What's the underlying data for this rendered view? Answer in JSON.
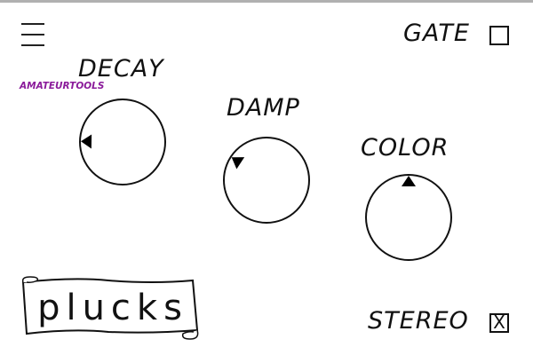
{
  "brand": {
    "vertical_text": "AMATEURTOOLS",
    "title": "plucks"
  },
  "gate": {
    "label": "GATE",
    "checked": false
  },
  "stereo": {
    "label": "STEREO",
    "checked": true,
    "mark": "X"
  },
  "knobs": [
    {
      "label": "DECAY",
      "value": 0.17
    },
    {
      "label": "DAMP",
      "value": 0.29
    },
    {
      "label": "COLOR",
      "value": 0.5
    }
  ]
}
